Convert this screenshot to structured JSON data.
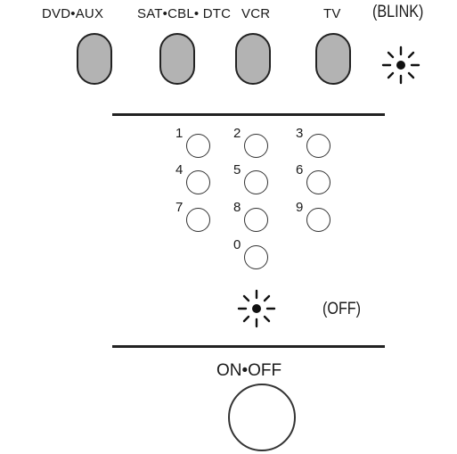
{
  "sources": [
    {
      "id": "dvd-aux",
      "label": "DVD•AUX"
    },
    {
      "id": "sat-cbl-dtc",
      "label": "SAT•CBL• DTC"
    },
    {
      "id": "vcr",
      "label": "VCR"
    },
    {
      "id": "tv",
      "label": "TV"
    }
  ],
  "indicator_top": {
    "label": "(BLINK)",
    "icon": "blink-led-icon"
  },
  "keypad": {
    "keys": [
      "1",
      "2",
      "3",
      "4",
      "5",
      "6",
      "7",
      "8",
      "9",
      "0"
    ]
  },
  "indicator_mid": {
    "label": "(OFF)",
    "icon": "blink-led-icon"
  },
  "power": {
    "label": "ON•OFF"
  },
  "colors": {
    "source_button_fill": "#b3b3b3",
    "line": "#222222"
  }
}
